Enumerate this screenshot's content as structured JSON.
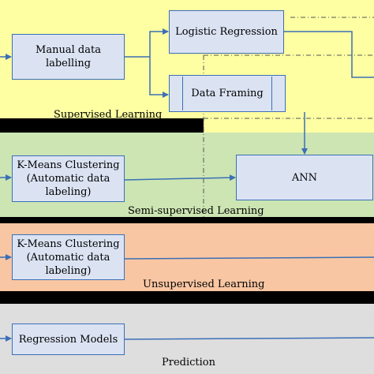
{
  "colors": {
    "supervised_band": "#feffa2",
    "semi_supervised_band": "#cce5b3",
    "unsupervised_band": "#f9c6a3",
    "prediction_band": "#dedede",
    "separator": "#000000",
    "box_fill": "#dbe3f3",
    "box_border": "#3b6fb6",
    "arrow": "#3b6fb6",
    "dashed_line": "#555555"
  },
  "boxes": {
    "manual_labelling": "Manual data\nlabelling",
    "logistic_regression": "Logistic Regression",
    "data_framing": "Data Framing",
    "kmeans_semi": "K-Means Clustering\n(Automatic data\nlabeling)",
    "ann": "ANN",
    "kmeans_unsup": "K-Means Clustering\n(Automatic data\nlabeling)",
    "regression_models": "Regression Models"
  },
  "section_labels": {
    "supervised": "Supervised Learning",
    "semi_supervised": "Semi-supervised Learning",
    "unsupervised": "Unsupervised Learning",
    "prediction": "Prediction"
  }
}
